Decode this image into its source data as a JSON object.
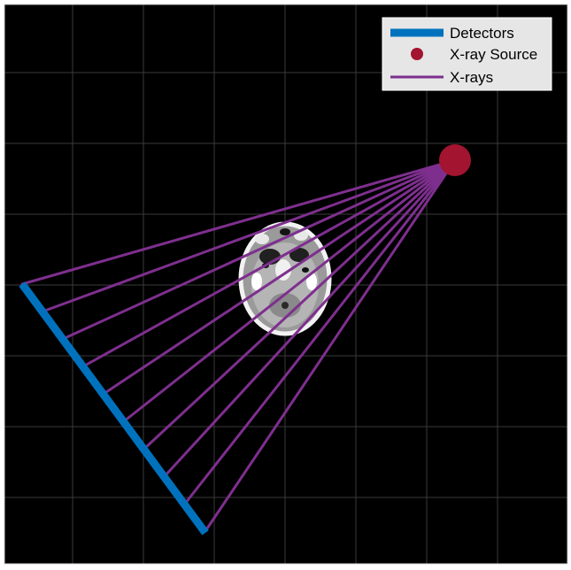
{
  "legend": {
    "detectors_label": "Detectors",
    "source_label": "X-ray Source",
    "rays_label": "X-rays"
  },
  "colors": {
    "detectors": "#0072bd",
    "source": "#a2142f",
    "rays": "#7e2f8e",
    "background": "#000000",
    "grid": "#3a3a3a",
    "legend_bg": "#e6e6e6"
  },
  "scene": {
    "ray_count": 10,
    "object": "CT head slice (phantom image)"
  }
}
